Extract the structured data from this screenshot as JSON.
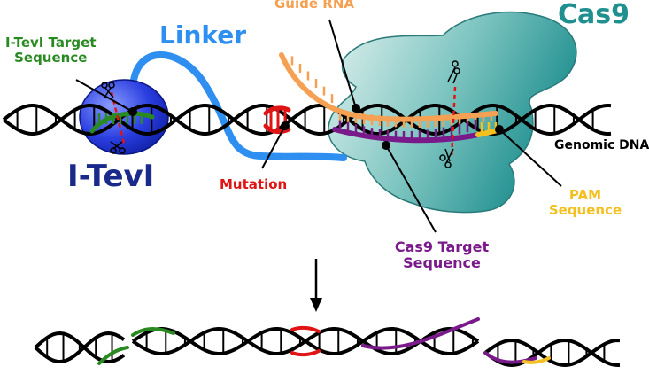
{
  "labels": {
    "itevi_target": [
      "I-TevI Target",
      "Sequence"
    ],
    "linker": "Linker",
    "guide_rna": "Guide RNA",
    "cas9": "Cas9",
    "itevi": "I-TevI",
    "mutation": "Mutation",
    "genomic_dna": "Genomic DNA",
    "pam": [
      "PAM",
      "Sequence"
    ],
    "cas9_target": [
      "Cas9 Target",
      "Sequence"
    ]
  },
  "colors": {
    "dna": "#000000",
    "itevi_target": "#2a8a22",
    "linker": "#2f8ff0",
    "guide_rna": "#f5a052",
    "cas9_body": "#1f8f8f",
    "itevi_body": "#1a2fd6",
    "itevi_label": "#1a2a8a",
    "mutation": "#e01414",
    "cas9_target": "#7a1a8a",
    "pam": "#f4c020",
    "cut_line": "#e01414"
  },
  "icons": [
    "scissors-icon",
    "down-arrow-icon"
  ]
}
